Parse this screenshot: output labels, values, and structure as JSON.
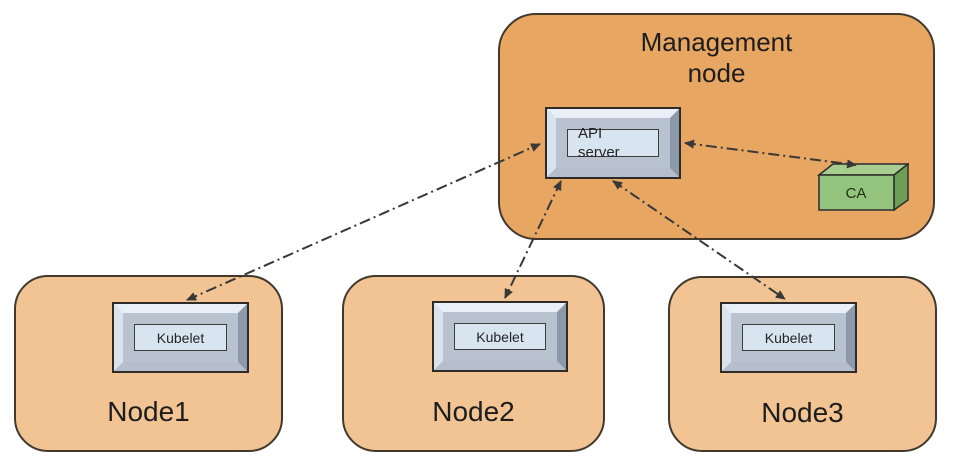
{
  "diagram": {
    "management_node": {
      "title_line1": "Management",
      "title_line2": "node",
      "api_server": {
        "line1": "API",
        "line2": "server"
      },
      "ca_label": "CA"
    },
    "nodes": [
      {
        "label": "Node1",
        "component": "Kubelet"
      },
      {
        "label": "Node2",
        "component": "Kubelet"
      },
      {
        "label": "Node3",
        "component": "Kubelet"
      }
    ],
    "connections": [
      {
        "from": "kubelet-node1",
        "to": "api-server",
        "style": "dash-dot",
        "bidirectional": true
      },
      {
        "from": "api-server",
        "to": "kubelet-node2",
        "style": "dash-dot",
        "bidirectional": true
      },
      {
        "from": "api-server",
        "to": "kubelet-node3",
        "style": "dash-dot",
        "bidirectional": true
      },
      {
        "from": "api-server",
        "to": "ca",
        "style": "dash-dot",
        "bidirectional": true
      }
    ],
    "colors": {
      "management_fill": "#E8A663",
      "node_fill": "#F2C494",
      "box_outline": "#42382d",
      "bevel_face": "#D9E4F1",
      "bevel_light": "#E9EFF7",
      "bevel_dark": "#8C99AB",
      "ca_front": "#93C47D",
      "ca_top": "#A7CE8F",
      "ca_side": "#6E9E56",
      "arrow": "#383838",
      "text": "#1d1d1d"
    }
  }
}
